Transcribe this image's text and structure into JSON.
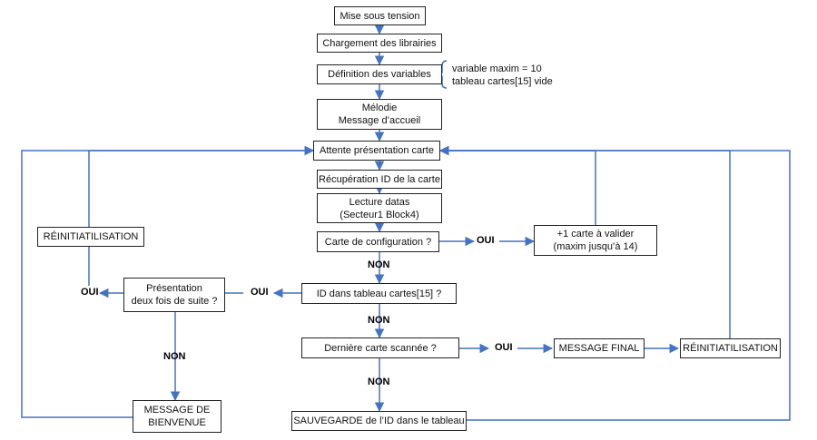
{
  "boxes": {
    "power_on": "Mise sous tension",
    "load_libraries": "Chargement des librairies",
    "define_variables": "Définition des variables",
    "melody": [
      "Mélodie",
      "Message d’accueil"
    ],
    "wait_card": "Attente présentation carte",
    "read_id": "Récupération ID de la carte",
    "read_data": [
      "Lecture datas",
      "(Secteur1 Block4)"
    ],
    "config_card": "Carte de configuration ?",
    "plus_one": [
      "+1 carte à valider",
      "(maxim jusqu’à 14)"
    ],
    "reinit_left": "RÉINITIATILISATION",
    "presented_twice": [
      "Présentation",
      "deux fois de suite ?"
    ],
    "id_in_table": "ID dans tableau cartes[15] ?",
    "last_card": "Dernière carte scannée ?",
    "final_message": "MESSAGE FINAL",
    "reinit_right": "RÉINITIATILISATION",
    "welcome_message": [
      "MESSAGE DE",
      "BIENVENUE"
    ],
    "save_id": "SAUVEGARDE de l’ID dans le tableau"
  },
  "notes": [
    "variable maxim = 10",
    "tableau cartes[15] vide"
  ],
  "labels": {
    "oui_config": "OUI",
    "non_config": "NON",
    "oui_table": "OUI",
    "non_table": "NON",
    "oui_twice": "OUI",
    "non_twice": "NON",
    "oui_last": "OUI",
    "non_last": "NON"
  },
  "colors": {
    "line": "#4472C4",
    "border": "#222222",
    "text": "#111111"
  }
}
